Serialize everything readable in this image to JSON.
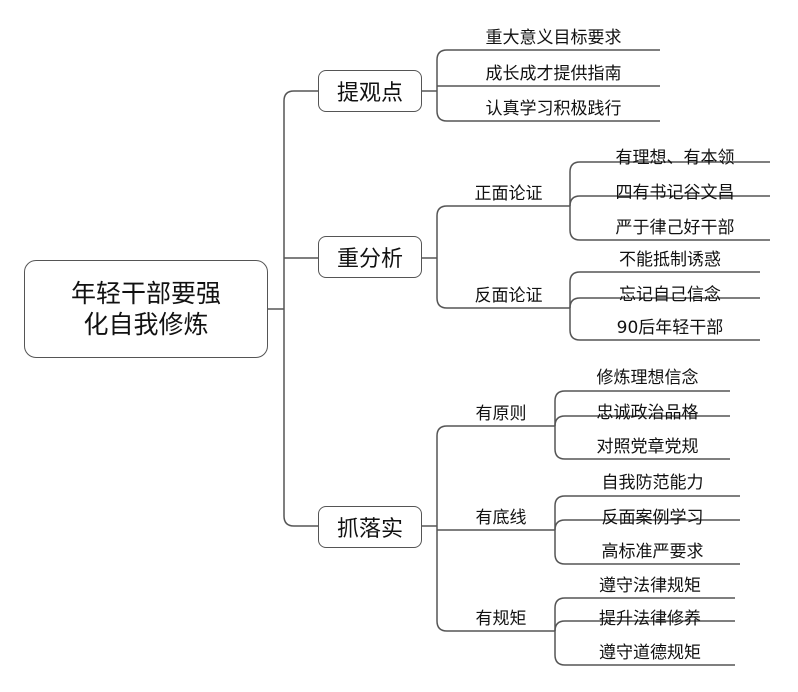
{
  "root": {
    "label": "年轻干部要强\n化自我修炼"
  },
  "branches": [
    {
      "label": "提观点",
      "leaves": [
        "重大意义目标要求",
        "成长成才提供指南",
        "认真学习积极践行"
      ]
    },
    {
      "label": "重分析",
      "subs": [
        {
          "label": "正面论证",
          "leaves": [
            "有理想、有本领",
            "四有书记谷文昌",
            "严于律己好干部"
          ]
        },
        {
          "label": "反面论证",
          "leaves": [
            "不能抵制诱惑",
            "忘记自己信念",
            "90后年轻干部"
          ]
        }
      ]
    },
    {
      "label": "抓落实",
      "subs": [
        {
          "label": "有原则",
          "leaves": [
            "修炼理想信念",
            "忠诚政治品格",
            "对照党章党规"
          ]
        },
        {
          "label": "有底线",
          "leaves": [
            "自我防范能力",
            "反面案例学习",
            "高标准严要求"
          ]
        },
        {
          "label": "有规矩",
          "leaves": [
            "遵守法律规矩",
            "提升法律修养",
            "遵守道德规矩"
          ]
        }
      ]
    }
  ]
}
